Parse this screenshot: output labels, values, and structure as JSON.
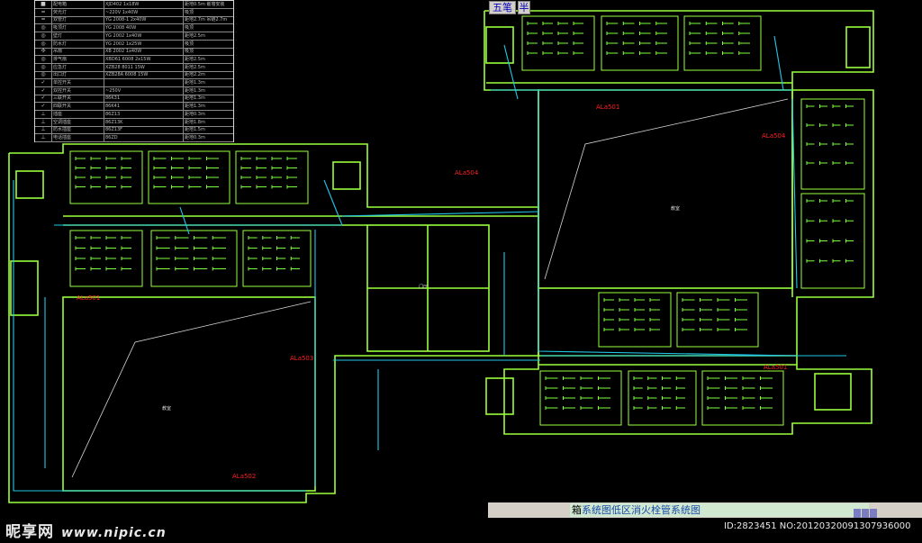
{
  "legend": {
    "rows": [
      {
        "icon": "square-icon",
        "name": "配电箱",
        "spec": "XJD402 1x18W",
        "install": "距地0.5m 嵌墙安装"
      },
      {
        "icon": "line-icon",
        "name": "荧光灯",
        "spec": "~220V 1x40W",
        "install": "吸顶"
      },
      {
        "icon": "line-icon",
        "name": "双管灯",
        "spec": "YG 2008-1 2x40W",
        "install": "距地2.7m 吊链2.7m"
      },
      {
        "icon": "circle-icon",
        "name": "吸顶灯",
        "spec": "YG 2008 40W",
        "install": "吸顶"
      },
      {
        "icon": "circle-icon",
        "name": "壁灯",
        "spec": "YG 2002 1x40W",
        "install": "距地2.5m"
      },
      {
        "icon": "circle-icon",
        "name": "防水灯",
        "spec": "YG 2002 1x25W",
        "install": "吸顶"
      },
      {
        "icon": "fan-icon",
        "name": "吊扇",
        "spec": "XB 2002 1x40W",
        "install": "吸顶"
      },
      {
        "icon": "circle-icon",
        "name": "排气扇",
        "spec": "XBD61 6008 2x15W",
        "install": "距地2.5m"
      },
      {
        "icon": "circle-icon",
        "name": "应急灯",
        "spec": "XZB28 8011 15W",
        "install": "距地2.5m"
      },
      {
        "icon": "circle-icon",
        "name": "出口灯",
        "spec": "XZB28A 6008 15W",
        "install": "距地2.2m"
      },
      {
        "icon": "switch-icon",
        "name": "单控开关",
        "spec": "",
        "install": "距地1.3m"
      },
      {
        "icon": "switch-icon",
        "name": "双控开关",
        "spec": "~250V",
        "install": "距地1.3m"
      },
      {
        "icon": "switch-icon",
        "name": "三联开关",
        "spec": "86K31",
        "install": "距地1.3m"
      },
      {
        "icon": "switch-icon",
        "name": "四联开关",
        "spec": "86K41",
        "install": "距地1.3m"
      },
      {
        "icon": "socket-icon",
        "name": "插座",
        "spec": "86Z13",
        "install": "距地0.3m"
      },
      {
        "icon": "socket-icon",
        "name": "空调插座",
        "spec": "86Z13K",
        "install": "距地1.8m"
      },
      {
        "icon": "socket-icon",
        "name": "防水插座",
        "spec": "86Z13F",
        "install": "距地1.5m"
      },
      {
        "icon": "socket-icon",
        "name": "电话插座",
        "spec": "86ZD",
        "install": "距地0.3m"
      }
    ]
  },
  "panel_tags": [
    "ALa501",
    "ALa504",
    "ALa504",
    "ALa501",
    "ALa503",
    "ALa501",
    "ALa502"
  ],
  "room_labels": [
    "教室",
    "教室",
    "门厅"
  ],
  "status_bar": {
    "ime_wubi": "五笔",
    "ime_half": "半",
    "lead_char": "箱",
    "title": "系统图低区消火栓管系统图"
  },
  "watermark": {
    "site": "昵享网",
    "url": "www.nipic.cn"
  },
  "image_id": "ID:2823451 NO:20120320091307936000",
  "colors": {
    "wall": "#9aff3c",
    "wire": "#20c8e8",
    "fixture": "#7cff3c",
    "tag": "#ff2020",
    "text": "#d8d8d8"
  }
}
